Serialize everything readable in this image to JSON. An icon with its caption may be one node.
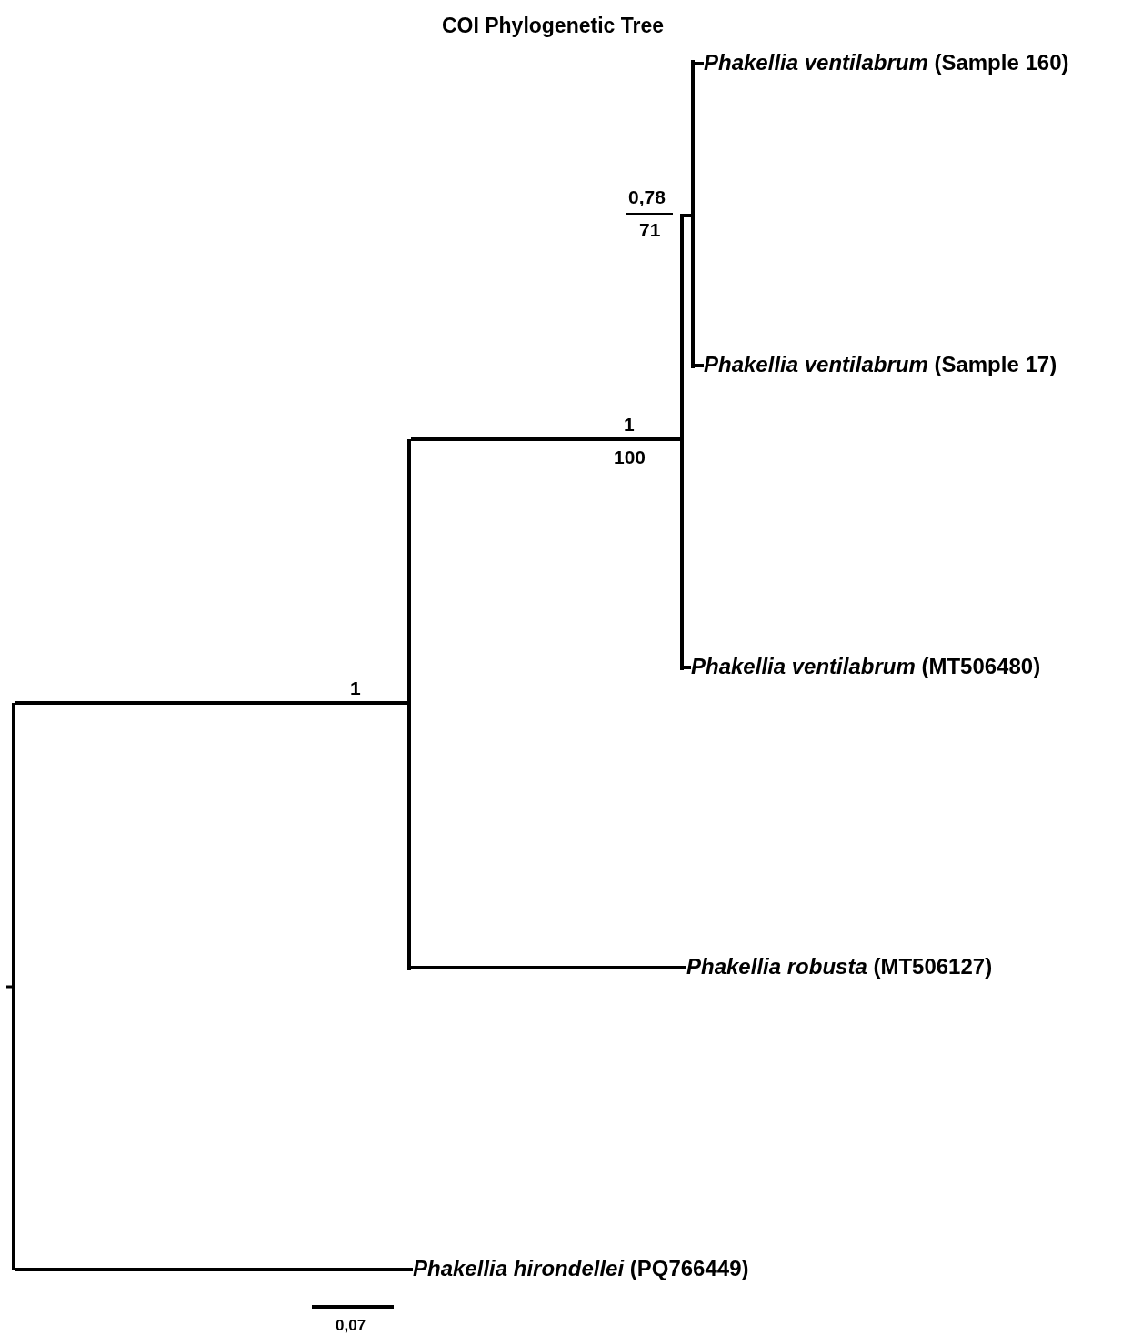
{
  "diagram": {
    "title": "COI Phylogenetic Tree",
    "nodes": [
      {
        "text": [],
        "shape": "bar"
      },
      {
        "text": [],
        "shape": "bar"
      },
      {
        "text": [],
        "shape": "bar"
      },
      {
        "text": [],
        "shape": "bar"
      },
      {
        "text": [
          "*Phakellia ventilabrum* (Sample 160)"
        ]
      },
      {
        "text": [
          "*Phakellia ventilabrum* (Sample 17)"
        ]
      },
      {
        "text": [
          "*Phakellia ventilabrum* (MT506480)"
        ]
      },
      {
        "text": [
          "*Phakellia robusta* (MT506127)"
        ]
      },
      {
        "text": [
          "*Phakellia hirondellei* (PQ766449)"
        ]
      }
    ],
    "edges": [
      {
        "from": 0,
        "to": 1,
        "arrow": "none"
      },
      {
        "from": 0,
        "to": 8,
        "arrow": "none"
      },
      {
        "from": 1,
        "to": 2,
        "arrow": "none"
      },
      {
        "from": 1,
        "to": 7,
        "arrow": "none"
      },
      {
        "from": 2,
        "to": 3,
        "arrow": "none"
      },
      {
        "from": 2,
        "to": 6,
        "arrow": "none"
      },
      {
        "from": 3,
        "to": 4,
        "arrow": "none"
      },
      {
        "from": 3,
        "to": 5,
        "arrow": "none"
      }
    ],
    "labels": [
      "0,78",
      "71",
      "1",
      "100",
      "1",
      "0,07"
    ]
  }
}
